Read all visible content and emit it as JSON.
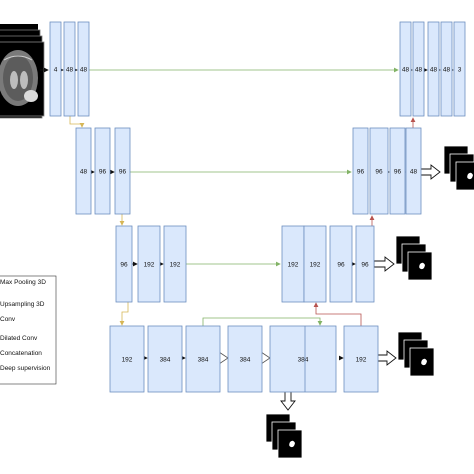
{
  "colors": {
    "block_fill": "#dae8fc",
    "block_stroke": "#6c8ebf",
    "skip_line": "#82b366",
    "pool_arrow": "#d6b656",
    "upsample_arrow": "#b85450",
    "conv_arrow": "#111111",
    "dilated_arrow": "#555555"
  },
  "levels": [
    {
      "id": "level1",
      "encoder": [
        "4",
        "48",
        "48"
      ],
      "decoder": [
        "48",
        "48",
        "48",
        "48",
        "3"
      ]
    },
    {
      "id": "level2",
      "encoder": [
        "48",
        "96",
        "96"
      ],
      "decoder": [
        "96",
        "96",
        "96",
        "48"
      ]
    },
    {
      "id": "level3",
      "encoder": [
        "96",
        "192",
        "192"
      ],
      "decoder": [
        "192",
        "192",
        "96",
        "96"
      ]
    },
    {
      "id": "bottleneck",
      "blocks": [
        "192",
        "384",
        "384",
        "384",
        "384",
        "192"
      ]
    }
  ],
  "legend": {
    "items": [
      {
        "id": "max-pooling",
        "label": "Max Pooling 3D",
        "icon": "max-pooling-arrow-icon"
      },
      {
        "id": "upsampling",
        "label": "Upsampling 3D",
        "icon": "upsampling-arrow-icon"
      },
      {
        "id": "conv",
        "label": "Conv",
        "icon": "conv-arrow-icon"
      },
      {
        "id": "dilated-conv",
        "label": "Dilated Conv",
        "icon": "dilated-conv-arrow-icon"
      },
      {
        "id": "concatenation",
        "label": "Concatenation",
        "icon": "concatenation-line-icon"
      },
      {
        "id": "deep-supervision",
        "label": "Deep supervision",
        "icon": "deep-supervision-arrow-icon"
      }
    ]
  },
  "images": {
    "input": "mri-input-stack-icon",
    "outputs": [
      "segmentation-output-stack-icon"
    ]
  }
}
